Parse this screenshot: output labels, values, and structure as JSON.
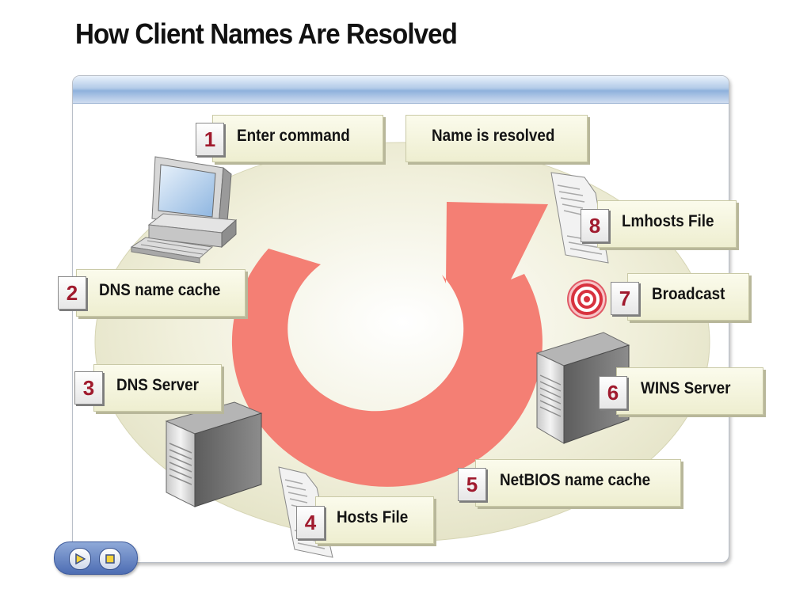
{
  "title": "How Client Names Are Resolved",
  "steps": [
    {
      "number": "1",
      "label": "Enter command"
    },
    {
      "number": "2",
      "label": "DNS name cache"
    },
    {
      "number": "3",
      "label": "DNS Server"
    },
    {
      "number": "4",
      "label": "Hosts File"
    },
    {
      "number": "5",
      "label": "NetBIOS name cache"
    },
    {
      "number": "6",
      "label": "WINS Server"
    },
    {
      "number": "7",
      "label": "Broadcast"
    },
    {
      "number": "8",
      "label": "Lmhosts File"
    }
  ],
  "result": {
    "label": "Name is resolved"
  },
  "colors": {
    "arrow": "#f47f74",
    "ellipse": "#e9e8cf",
    "number": "#a01a2e",
    "callout": "#f1f0d6",
    "header": "#9fbbe0"
  },
  "icons": {
    "computer": "desktop-computer-icon",
    "server": "server-tower-icon",
    "file": "document-file-icon",
    "broadcast": "broadcast-target-icon",
    "play": "play-icon",
    "stop": "stop-icon"
  }
}
